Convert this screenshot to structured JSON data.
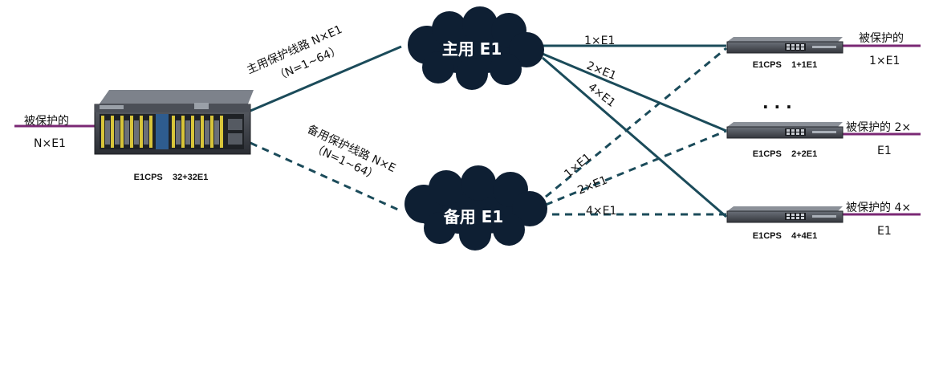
{
  "colors": {
    "link": "#1b4b5a",
    "cloud": "#0e1f33",
    "protected_line": "#7a2874",
    "cloud_text": "#ffffff"
  },
  "clouds": {
    "main": "主用 E1",
    "backup": "备用 E1"
  },
  "trunk": {
    "main_label": "主用保护线路 N×E1",
    "main_range": "（N=1~64）",
    "backup_label": "备用保护线路 N×E",
    "backup_range": "（N=1~64）"
  },
  "central": {
    "name": "E1CPS    32+32E1",
    "protected_label": "被保护的",
    "protected_count": "N×E1"
  },
  "links_main": [
    "1×E1",
    "2×E1",
    "4×E1"
  ],
  "links_backup": [
    "1×E1",
    "2×E1",
    "4×E1"
  ],
  "ellipsis": "· · ·",
  "endpoints": [
    {
      "name": "E1CPS    1+1E1",
      "protected_label": "被保护的",
      "protected_count": "1×E1"
    },
    {
      "name": "E1CPS    2+2E1",
      "protected_label": "被保护的 2×",
      "protected_count": "E1"
    },
    {
      "name": "E1CPS    4+4E1",
      "protected_label": "被保护的 4×",
      "protected_count": "E1"
    }
  ]
}
